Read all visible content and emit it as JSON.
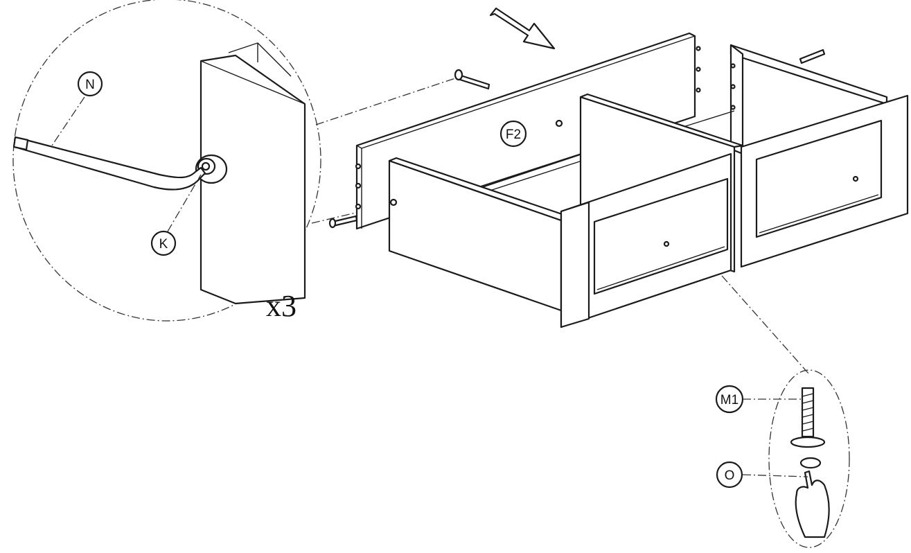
{
  "labels": {
    "n": "N",
    "k": "K",
    "f2": "F2",
    "m1": "M1",
    "o": "O"
  },
  "count": "x3"
}
